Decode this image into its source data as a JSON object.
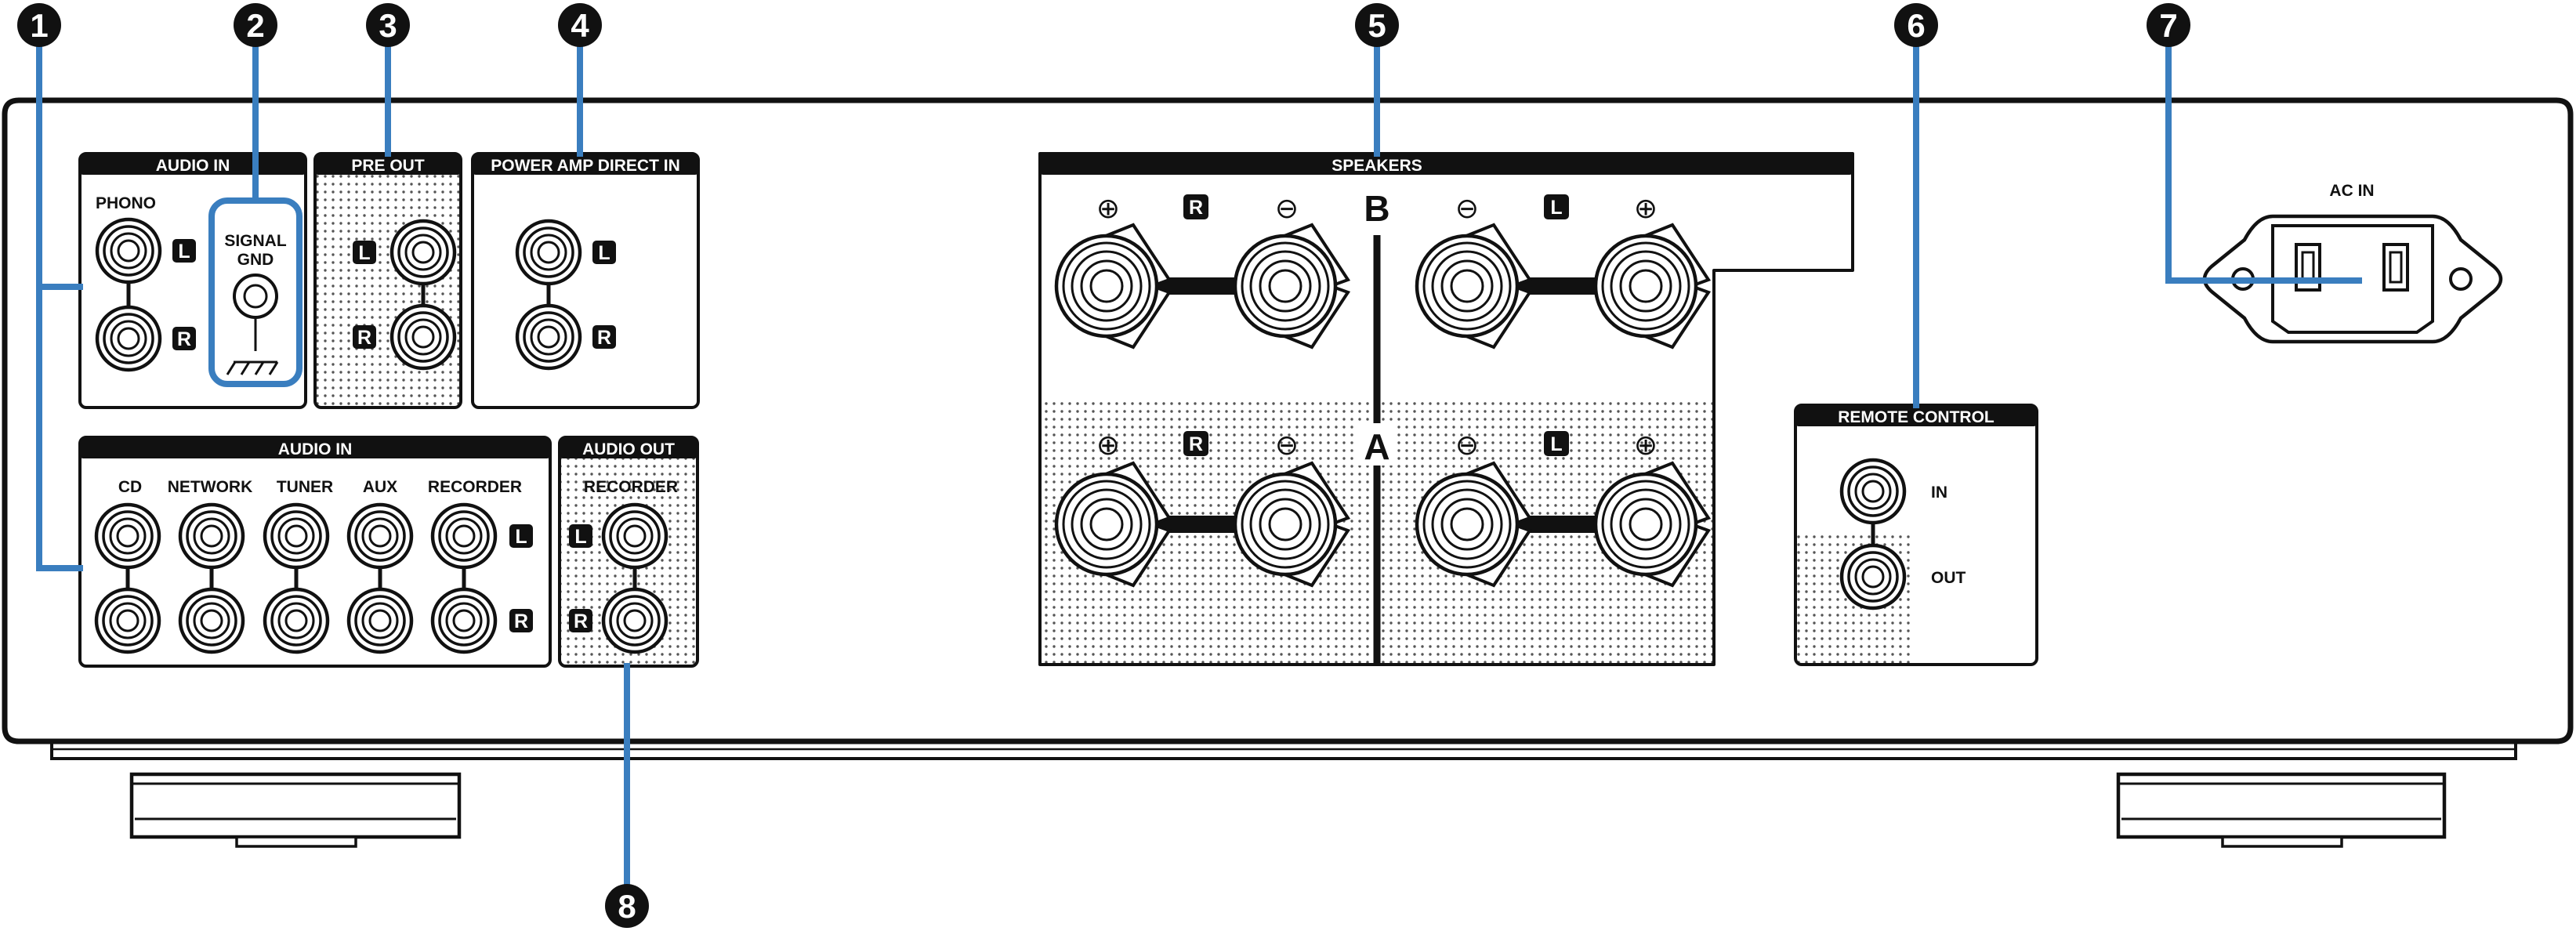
{
  "callouts": [
    "1",
    "2",
    "3",
    "4",
    "5",
    "6",
    "7",
    "8"
  ],
  "channels": {
    "left": "L",
    "right": "R"
  },
  "symbols": {
    "plus": "⊕",
    "minus": "⊖"
  },
  "sections": {
    "audio_in_phono": {
      "header": "AUDIO IN",
      "label": "PHONO"
    },
    "signal_gnd": {
      "line1": "SIGNAL",
      "line2": "GND"
    },
    "pre_out": {
      "header": "PRE OUT"
    },
    "power_amp_direct_in": {
      "header": "POWER AMP DIRECT IN"
    },
    "audio_in_main": {
      "header": "AUDIO IN",
      "inputs": [
        "CD",
        "NETWORK",
        "TUNER",
        "AUX",
        "RECORDER"
      ]
    },
    "audio_out": {
      "header": "AUDIO OUT",
      "label": "RECORDER"
    },
    "speakers": {
      "header": "SPEAKERS",
      "set_b": "B",
      "set_a": "A"
    },
    "remote_control": {
      "header": "REMOTE CONTROL",
      "in_label": "IN",
      "out_label": "OUT"
    },
    "ac_in": {
      "label": "AC IN"
    }
  },
  "colors": {
    "callout_line": "#3a7ebf",
    "ink": "#111111"
  }
}
